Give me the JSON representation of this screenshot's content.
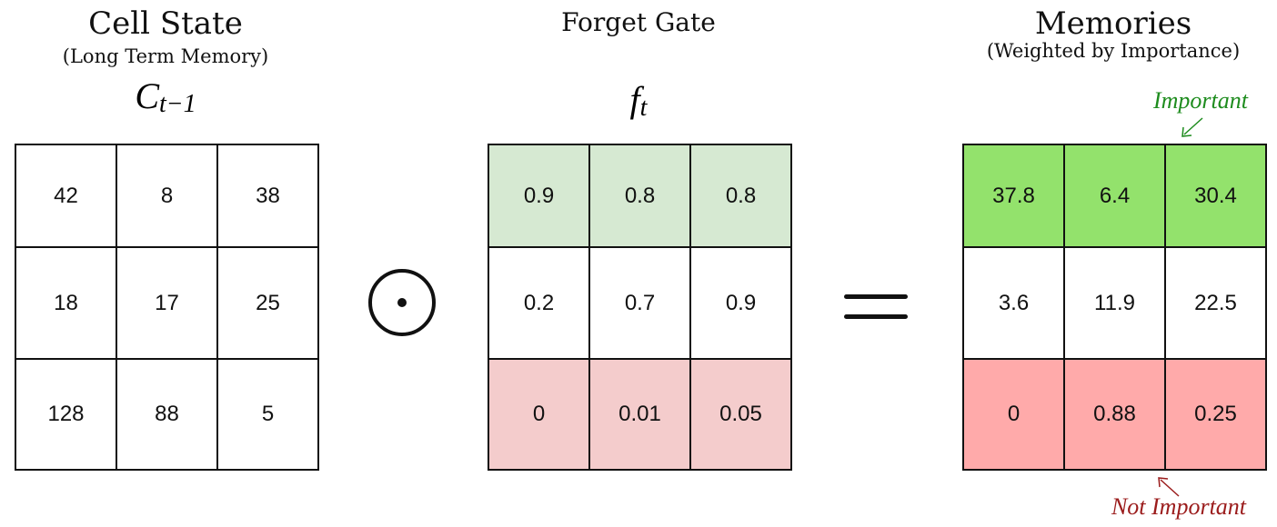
{
  "cell_state": {
    "title": "Cell State",
    "subtitle": "(Long Term Memory)",
    "symbol": {
      "base": "C",
      "sub": "t−1"
    },
    "matrix": [
      [
        "42",
        "8",
        "38"
      ],
      [
        "18",
        "17",
        "25"
      ],
      [
        "128",
        "88",
        "5"
      ]
    ]
  },
  "forget_gate": {
    "title": "Forget Gate",
    "symbol": {
      "base": "f",
      "sub": "t"
    },
    "matrix": [
      [
        "0.9",
        "0.8",
        "0.8"
      ],
      [
        "0.2",
        "0.7",
        "0.9"
      ],
      [
        "0",
        "0.01",
        "0.05"
      ]
    ]
  },
  "memories": {
    "title": "Memories",
    "subtitle": "(Weighted by Importance)",
    "matrix": [
      [
        "37.8",
        "6.4",
        "30.4"
      ],
      [
        "3.6",
        "11.9",
        "22.5"
      ],
      [
        "0",
        "0.88",
        "0.25"
      ]
    ]
  },
  "annotations": {
    "important": "Important",
    "not_important": "Not Important"
  },
  "colors": {
    "gate_top_row": "#d6e9d2",
    "gate_bottom_row": "#f4cccc",
    "memory_top_row": "#93e26c",
    "memory_bottom_row": "#ffaaaa",
    "important_text": "#1e8c1e",
    "not_important_text": "#9b1c1c"
  }
}
